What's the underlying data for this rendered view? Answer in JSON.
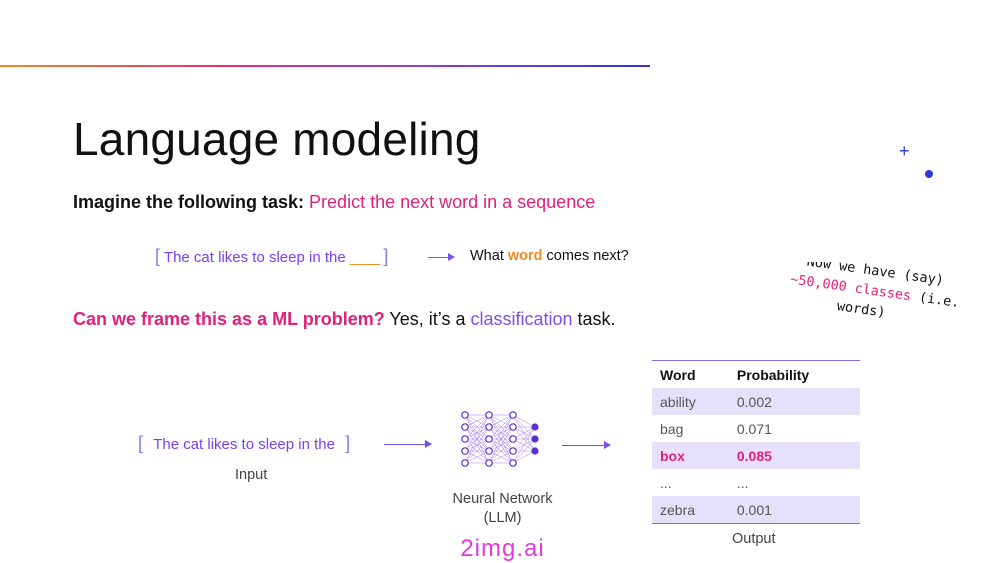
{
  "title": "Language modeling",
  "task": {
    "lead": "Imagine the following task:",
    "goal": "Predict the next word in a sequence"
  },
  "example": {
    "sequence": "The cat likes to sleep in the",
    "blank": "____",
    "question_pre": "What ",
    "question_word": "word",
    "question_post": " comes next?"
  },
  "framing": {
    "question": "Can we frame this as a ML problem?",
    "answer_pre": " Yes, it’s a ",
    "answer_word": "classification",
    "answer_post": " task."
  },
  "handwritten_note": {
    "line1": "Now we have (say)",
    "line2_highlight": "~50,000 classes",
    "line2_rest": " (i.e.",
    "line3": "words)"
  },
  "diagram": {
    "input_text": "The cat likes to sleep in the",
    "input_label": "Input",
    "nn_label_line1": "Neural Network",
    "nn_label_line2": "(LLM)",
    "output_label": "Output"
  },
  "table": {
    "headers": [
      "Word",
      "Probability"
    ],
    "rows": [
      {
        "word": "ability",
        "prob": "0.002"
      },
      {
        "word": "bag",
        "prob": "0.071"
      },
      {
        "word": "box",
        "prob": "0.085"
      },
      {
        "word": "...",
        "prob": "..."
      },
      {
        "word": "zebra",
        "prob": "0.001"
      }
    ]
  },
  "watermark": "2img.ai",
  "colors": {
    "pink": "#e0227a",
    "purple": "#7a50e8",
    "orange": "#f08a24",
    "blue": "#2a3ad8",
    "row_shade": "#e7e0fb"
  }
}
